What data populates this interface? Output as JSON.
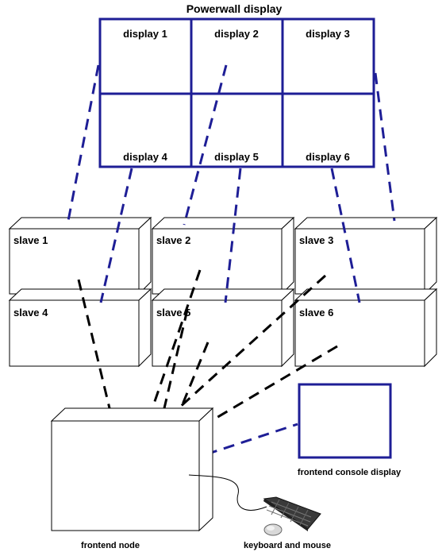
{
  "title": "Powerwall display",
  "displays": [
    "display 1",
    "display 2",
    "display 3",
    "display 4",
    "display 5",
    "display 6"
  ],
  "slaves": [
    "slave 1",
    "slave 2",
    "slave 3",
    "slave 4",
    "slave 5",
    "slave 6"
  ],
  "frontend_node_label": "frontend node",
  "console_display_label": "frontend console display",
  "keyboard_mouse_label": "keyboard and mouse",
  "colors": {
    "display_border": "#1e1e96",
    "display_link": "#1e1e96",
    "network_link": "#000000"
  }
}
